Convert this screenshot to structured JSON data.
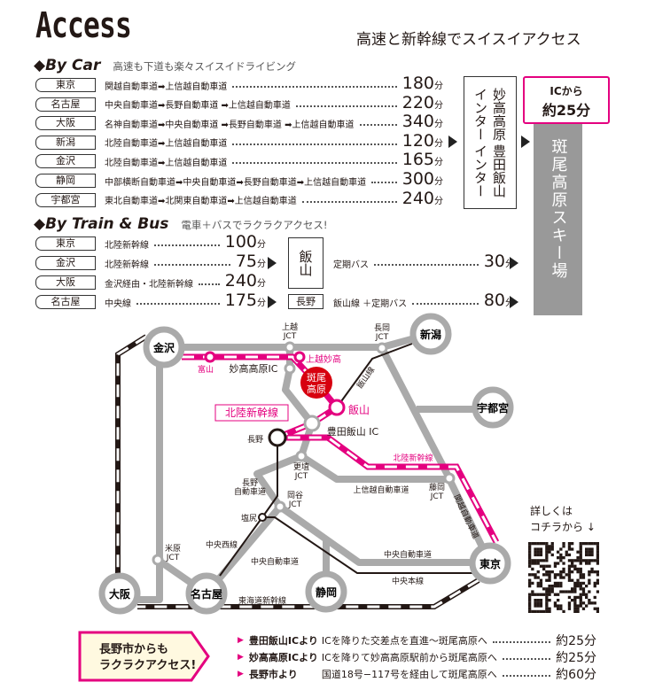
{
  "header": {
    "title": "Access",
    "subtitle": "高速と新幹線でスイスイアクセス"
  },
  "car": {
    "heading": "◆By Car",
    "tagline": "高速も下道も楽々スイスイドライビング",
    "rows": [
      {
        "from": "東京",
        "route": "関越自動車道➡上信越自動車道",
        "minutes": "180",
        "unit": "分"
      },
      {
        "from": "名古屋",
        "route": "中央自動車道➡長野自動車道 ➡上信越自動車道",
        "minutes": "220",
        "unit": "分"
      },
      {
        "from": "大阪",
        "route": "名神自動車道➡中央自動車道 ➡長野自動車道 ➡上信越自動車道",
        "minutes": "340",
        "unit": "分"
      },
      {
        "from": "新潟",
        "route": "北陸自動車道➡上信越自動車道",
        "minutes": "120",
        "unit": "分"
      },
      {
        "from": "金沢",
        "route": "北陸自動車道➡上信越自動車道",
        "minutes": "165",
        "unit": "分"
      },
      {
        "from": "静岡",
        "route": "中部横断自動車道➡中央自動車道➡長野自動車道➡上信越自動車道",
        "minutes": "300",
        "unit": "分"
      },
      {
        "from": "宇都宮",
        "route": "東北自動車道➡北関東自動車道➡上信越自動車道",
        "minutes": "240",
        "unit": "分"
      }
    ],
    "interchange": {
      "line1": "妙高高原インター",
      "line2": "豊田飯山インター"
    },
    "bubble": {
      "line1": "ICから",
      "line2": "約25分"
    },
    "destination": "斑尾高原スキー場"
  },
  "train": {
    "heading": "◆By Train & Bus",
    "tagline": "電車＋バスでラクラクアクセス!",
    "rows": [
      {
        "from": "東京",
        "route": "北陸新幹線",
        "minutes": "100",
        "unit": "分"
      },
      {
        "from": "金沢",
        "route": "北陸新幹線",
        "minutes": "75",
        "unit": "分"
      },
      {
        "from": "大阪",
        "route": "金沢経由・北陸新幹線",
        "minutes": "240",
        "unit": "分"
      },
      {
        "from": "名古屋",
        "route": "中央線",
        "minutes": "175",
        "unit": "分"
      }
    ],
    "iiyama": {
      "station": "飯山",
      "route": "定期バス",
      "minutes": "30",
      "unit": "分"
    },
    "nagano": {
      "station": "長野",
      "route": "飯山線 ＋定期バス",
      "minutes": "80",
      "unit": "分"
    }
  },
  "map": {
    "cities": [
      "金沢",
      "新潟",
      "宇都宮",
      "東京",
      "静岡",
      "名古屋",
      "大阪"
    ],
    "resort": "斑尾\n高原",
    "labels": {
      "joetsu_jct": "上越\nJCT",
      "nagaoka_jct": "長岡\nJCT",
      "toyama": "富山",
      "myoko_ic": "妙高高原IC",
      "joetsumyoko": "上越妙高",
      "iiyama": "飯山",
      "toyoda_ic": "豊田飯山 IC",
      "nagano": "長野",
      "hokuriku_box": "北陸新幹線",
      "hokuriku": "北陸新幹線",
      "kohoku_jct": "更埴\nJCT",
      "nagano_exp": "長野\n自動車道",
      "okaya_jct": "岡谷\nJCT",
      "shiojiri": "塩尻",
      "joshinetsu": "上信越自動車道",
      "fujioka_jct": "藤岡\nJCT",
      "kanetsu": "関越自動車道",
      "chuo_west": "中央西線",
      "chuo_exp1": "中央自動車道",
      "chuo_exp2": "中央自動車道",
      "chuo_main": "中央本線",
      "maibara_jct": "米原\nJCT",
      "tokaido": "東海道新幹線",
      "iiyama_line": "飯山線"
    }
  },
  "qr": {
    "caption1": "詳しくは",
    "caption2": "コチラから ↓"
  },
  "nagano_city": {
    "badge1": "長野市からも",
    "badge2": "ラクラクアクセス!",
    "rows": [
      {
        "from": "豊田飯山ICより",
        "desc": "ICを降りた交差点を直進〜斑尾高原へ",
        "time": "約25分"
      },
      {
        "from": "妙高高原ICより",
        "desc": "ICを降りて妙高高原駅前から斑尾高原へ",
        "time": "約25分"
      },
      {
        "from": "長野市より",
        "desc": "国道18号−117号を経由して斑尾高原へ",
        "time": "約60分"
      }
    ]
  },
  "colors": {
    "pink": "#e4007f",
    "gray": "#aaaaaa",
    "red": "#d7000f"
  }
}
